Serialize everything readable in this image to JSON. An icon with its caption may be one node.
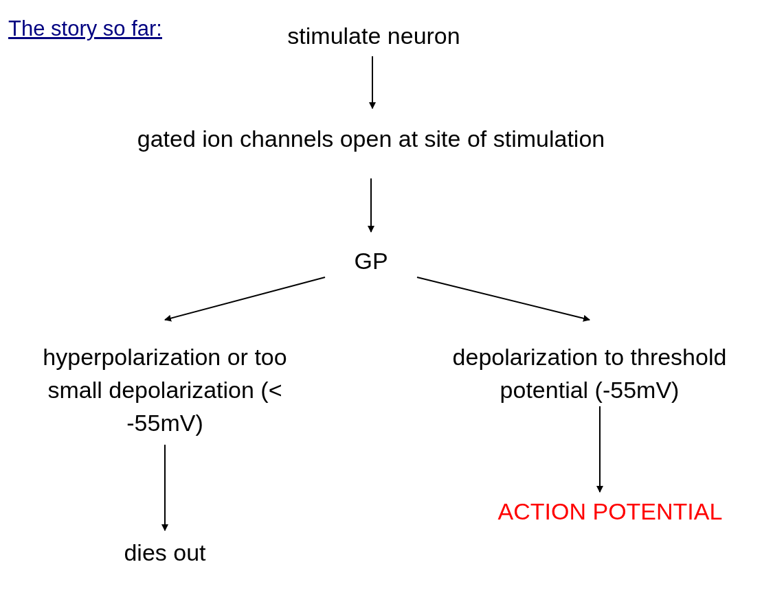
{
  "diagram": {
    "title": "The story so far:",
    "nodes": [
      {
        "text": [
          "stimulate neuron"
        ]
      },
      {
        "text": [
          "gated ion channels open at site of stimulation"
        ]
      },
      {
        "text": [
          "GP"
        ]
      },
      {
        "text": [
          "hyperpolarization or too small depolarization (< -55mV)"
        ]
      },
      {
        "text": [
          "depolarization to threshold potential (-55mV)"
        ]
      },
      {
        "text": [
          "dies out"
        ]
      },
      {
        "text": [
          "ACTION POTENTIAL"
        ]
      }
    ],
    "edges": [
      {
        "from": 0,
        "to": 1,
        "arrow": "to"
      },
      {
        "from": 1,
        "to": 2,
        "arrow": "to"
      },
      {
        "from": 2,
        "to": 3,
        "arrow": "to"
      },
      {
        "from": 2,
        "to": 4,
        "arrow": "to"
      },
      {
        "from": 3,
        "to": 5,
        "arrow": "to"
      },
      {
        "from": 4,
        "to": 6,
        "arrow": "to"
      }
    ]
  }
}
